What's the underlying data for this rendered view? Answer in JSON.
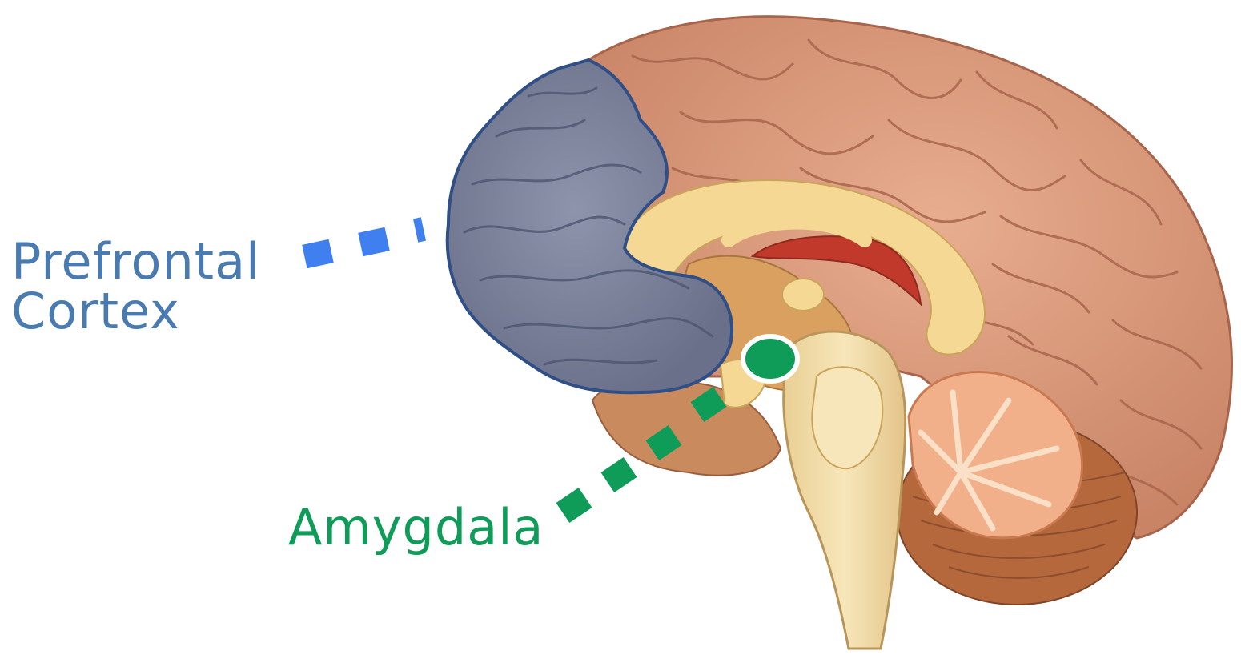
{
  "labels": {
    "prefrontal_line1": "Prefrontal",
    "prefrontal_line2": "Cortex",
    "amygdala": "Amygdala"
  },
  "colors": {
    "prefrontal": "#4a7bb0",
    "prefrontal_leader": "#3f7ff0",
    "amygdala": "#0f9b58",
    "pfc_region_fill": "#7a8199",
    "pfc_region_outline": "#2f4f86",
    "cerebrum": "#d99a7c",
    "cerebrum_fold": "#a8654b",
    "corpus_callosum": "#f4d893",
    "ventricle": "#c0392b",
    "brainstem": "#f2dca8",
    "diencephalon": "#d9a060",
    "cerebellum": "#f2b08a",
    "cerebellum_outer": "#b5683c"
  },
  "icons": {
    "brain": "brain-sagittal-icon",
    "amygdala_marker": "amygdala-dot-icon"
  }
}
